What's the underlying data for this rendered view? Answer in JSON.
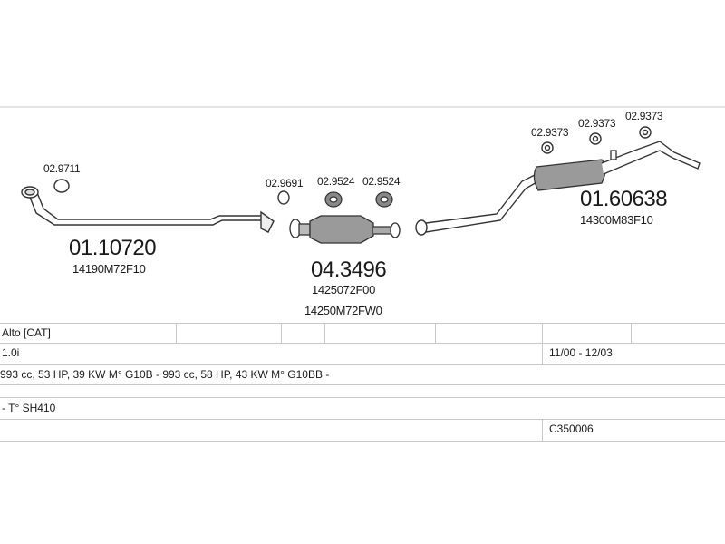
{
  "part_labels": {
    "clamp_1": "02.9711",
    "front_pipe_number": "01.10720",
    "front_pipe_oem": "14190M72F10",
    "gasket_1": "02.9691",
    "gasket_2": "02.9524",
    "gasket_3": "02.9524",
    "catalyst_number": "04.3496",
    "catalyst_oem_1": "1425072F00",
    "catalyst_oem_2": "14250M72FW0",
    "rubber_1": "02.9373",
    "rubber_2": "02.9373",
    "rubber_3": "02.9373",
    "rear_muffler_number": "01.60638",
    "rear_muffler_oem": "14300M83F10"
  },
  "table": {
    "model": "Alto  [CAT]",
    "engine": "1.0i",
    "years": "11/00 - 12/03",
    "specs": "993 cc, 53 HP, 39 KW M° G10B - 993 cc, 58 HP, 43 KW M° G10BB -",
    "type": "- T° SH410",
    "code": "C350006"
  },
  "colors": {
    "line": "#333333",
    "grid": "#c8c8c8",
    "part_fill": "#9a9a9a"
  }
}
